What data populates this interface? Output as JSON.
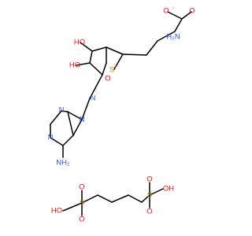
{
  "colors": {
    "bond": "#000000",
    "oxygen": "#ff0d0d",
    "nitrogen": "#3050f8",
    "sulfur": "#b8860b",
    "background": "#ffffff"
  },
  "labels": {
    "carboxylate_o": "O",
    "radical_dot": "·",
    "carbonyl_o": "O",
    "amino_h2n": "H₂N",
    "ho_top": "HO",
    "ho_left": "HO",
    "ring_o": "O",
    "sulfonium_s": "S",
    "sulfonium_charge": "+",
    "n9": "N",
    "n7": "N",
    "n3": "N",
    "n1": "N",
    "amine_nh2": "NH₂",
    "sulfo_left_s": "S",
    "sulfo_left_ho": "HO",
    "sulfo_left_o_top": "O",
    "sulfo_left_o_bottom": "O",
    "sulfo_right_s": "S",
    "sulfo_right_oh": "OH",
    "sulfo_right_o_top": "O",
    "sulfo_right_o_bottom": "O"
  }
}
